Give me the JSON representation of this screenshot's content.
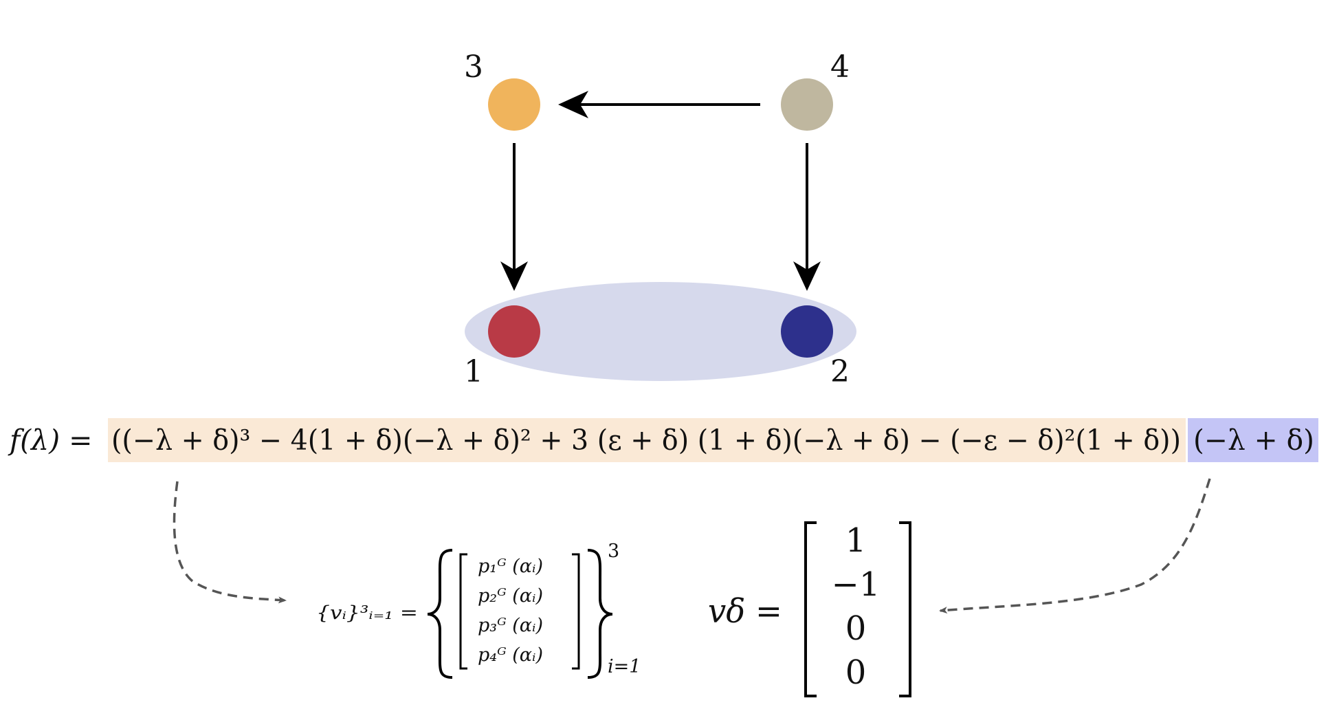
{
  "colors": {
    "node1": "#b93a46",
    "node2": "#2d308c",
    "node3": "#f0b45c",
    "node4": "#bfb79f",
    "ellipse": "#d6d9ec",
    "highlight_cubic": "#fae9d6",
    "highlight_linear": "#c4c5f6",
    "arrow": "#000000",
    "dashed_arrow": "#555555"
  },
  "graph": {
    "nodes": [
      {
        "id": "1",
        "label": "1"
      },
      {
        "id": "2",
        "label": "2"
      },
      {
        "id": "3",
        "label": "3"
      },
      {
        "id": "4",
        "label": "4"
      }
    ],
    "edges": [
      {
        "from": "4",
        "to": "3"
      },
      {
        "from": "3",
        "to": "1"
      },
      {
        "from": "4",
        "to": "2"
      }
    ],
    "group": [
      "1",
      "2"
    ]
  },
  "equation": {
    "lhs": "f(λ) =",
    "factor_cubic": "((−λ + δ)³ − 4(1 + δ)(−λ + δ)² + 3 (ε + δ) (1 + δ)(−λ + δ) − (−ε − δ)²(1 + δ))",
    "factor_linear": "(−λ + δ)"
  },
  "eigvec_set": {
    "lhs": "{vᵢ}³ᵢ₌₁ =",
    "rows": [
      "p₁ᴳ (αᵢ)",
      "p₂ᴳ (αᵢ)",
      "p₃ᴳ (αᵢ)",
      "p₄ᴳ (αᵢ)"
    ],
    "sup": "3",
    "sub": "i=1"
  },
  "eigvec_delta": {
    "lhs": "vδ =",
    "values": [
      "1",
      "−1",
      "0",
      "0"
    ]
  }
}
